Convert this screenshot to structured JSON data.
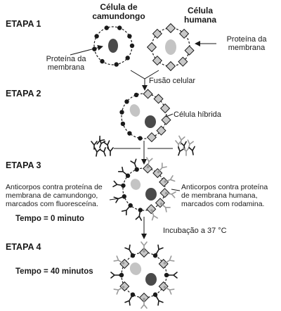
{
  "header": {
    "mouse_cell_title_1": "Célula de",
    "mouse_cell_title_2": "camundongo",
    "human_cell_title_1": "Célula",
    "human_cell_title_2": "humana"
  },
  "steps": {
    "step1": "ETAPA 1",
    "step2": "ETAPA 2",
    "step3": "ETAPA 3",
    "step4": "ETAPA 4"
  },
  "step1": {
    "mouse_protein_1": "Proteína da",
    "mouse_protein_2": "membrana",
    "human_protein_1": "Proteína da",
    "human_protein_2": "membrana",
    "fusion": "Fusão celular"
  },
  "step2": {
    "hybrid": "Célula híbrida"
  },
  "step3": {
    "mouse_ab_1": "Anticorpos contra proteína de",
    "mouse_ab_2": "membrana de camundongo,",
    "mouse_ab_3": "marcados com fluoresceína.",
    "human_ab_1": "Anticorpos contra proteína",
    "human_ab_2": "de membrana humana,",
    "human_ab_3": "marcados com rodamina.",
    "time": "Tempo = 0 minuto",
    "incubation": "Incubação a 37 °C"
  },
  "step4": {
    "time": "Tempo = 40 minutos"
  },
  "colors": {
    "ink": "#1a1a1a",
    "square_fill": "#c8c8c8",
    "nucleus_dark": "#4a4a4a",
    "nucleus_light": "#c4c4c4",
    "antibody_grey": "#9a9a9a"
  }
}
